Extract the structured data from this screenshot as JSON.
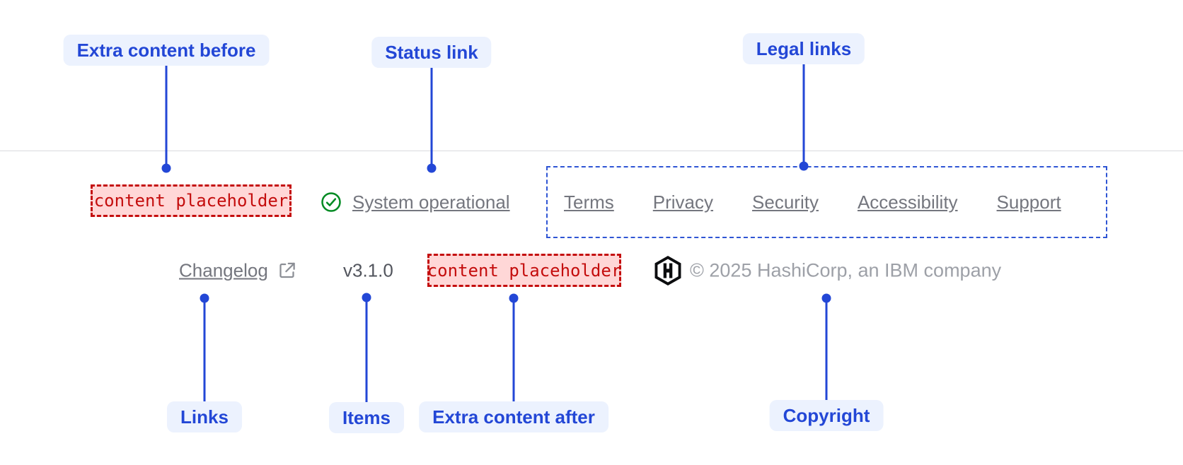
{
  "annotations": {
    "extra_content_before": "Extra content before",
    "status_link": "Status link",
    "legal_links": "Legal links",
    "links": "Links",
    "items": "Items",
    "extra_content_after": "Extra content after",
    "copyright": "Copyright"
  },
  "footer": {
    "extra_before": {
      "placeholder": "content placeholder"
    },
    "status": {
      "label": "System operational",
      "icon": "check-circle"
    },
    "legal": {
      "links": [
        "Terms",
        "Privacy",
        "Security",
        "Accessibility",
        "Support"
      ]
    },
    "links": {
      "changelog": "Changelog",
      "external": true
    },
    "version": "v3.1.0",
    "extra_after": {
      "placeholder": "content placeholder"
    },
    "logo": "hashicorp-logo",
    "copyright": "© 2025 HashiCorp, an IBM company"
  },
  "colors": {
    "annotation_blue": "#2347d6",
    "annotation_pill_bg": "#ecf2fe",
    "placeholder_red": "#c40d0d",
    "placeholder_bg": "#ffd7d7",
    "legal_border_blue": "#2f55d4",
    "link_gray": "#74767e",
    "copyright_gray": "#9da0a7",
    "version_gray": "#52555d",
    "status_green": "#008a22",
    "divider_gray": "#d9dadd",
    "logo_black": "#0c0d0f"
  }
}
